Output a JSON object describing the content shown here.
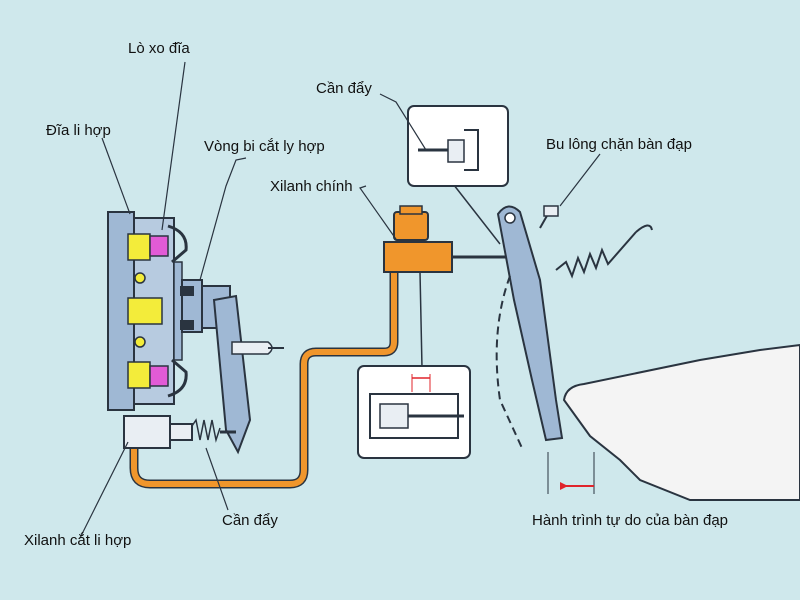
{
  "labels": {
    "lo_xo_dia": "Lò xo đĩa",
    "dia_li_hop": "Đĩa li hợp",
    "vong_bi": "Vòng bi cắt ly hợp",
    "xilanh_chinh": "Xilanh chính",
    "can_day_top": "Cần đẩy",
    "bu_long": "Bu lông chặn bàn đạp",
    "can_day_bottom": "Cần đẩy",
    "xilanh_cat": "Xilanh cắt li hợp",
    "hanh_trinh": "Hành trình tự do của bàn đạp"
  },
  "colors": {
    "background": "#cfe8ec",
    "hydraulic_line": "#f0962c",
    "component_blue": "#9fb8d4",
    "outline": "#2a3440",
    "spring_yellow": "#f3ec3a",
    "spring_magenta": "#e25bd6",
    "dimension_red": "#e0242b"
  }
}
